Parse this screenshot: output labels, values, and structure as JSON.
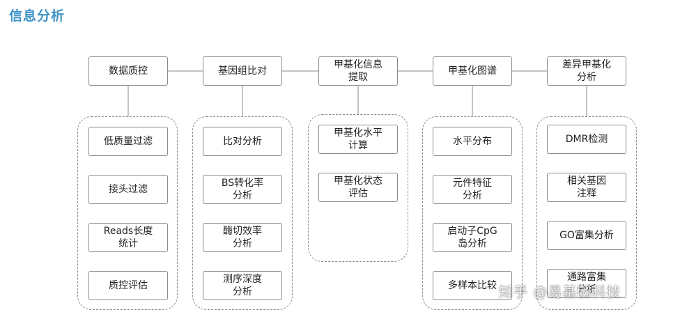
{
  "title": "信息分析",
  "columns": [
    {
      "header": "数据质控",
      "items": [
        "低质量过滤",
        "接头过滤",
        "Reads长度\n统计",
        "质控评估"
      ]
    },
    {
      "header": "基因组比对",
      "items": [
        "比对分析",
        "BS转化率\n分析",
        "酶切效率\n分析",
        "测序深度\n分析"
      ]
    },
    {
      "header": "甲基化信息\n提取",
      "items": [
        "甲基化水平\n计算",
        "甲基化状态\n评估"
      ]
    },
    {
      "header": "甲基化图谱",
      "items": [
        "水平分布",
        "元件特征\n分析",
        "启动子CpG\n岛分析",
        "多样本比较"
      ]
    },
    {
      "header": "差异甲基化\n分析",
      "items": [
        "DMR检测",
        "相关基因\n注释",
        "GO富集分析",
        "通路富集\n分析"
      ]
    }
  ],
  "watermark": "知乎 @易基因科技"
}
